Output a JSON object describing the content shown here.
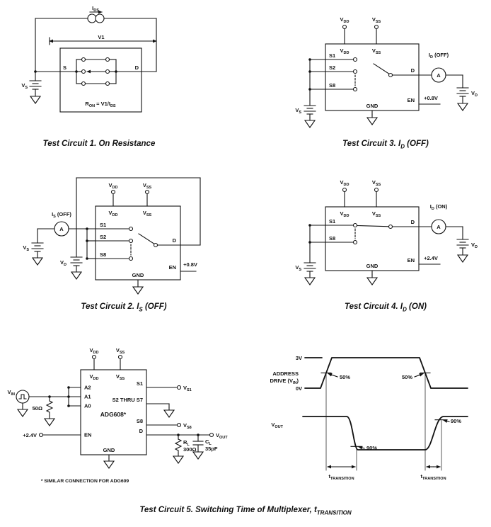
{
  "labels": {
    "v": "V",
    "dd": "DD",
    "ss": "SS",
    "s_sub": "S",
    "d_sub": "D",
    "in_sub": "IN",
    "out_sub": "OUT",
    "s1_sub": "S1",
    "s8_sub": "S8",
    "l_sub": "L",
    "ds_sub": "DS",
    "on_sub": "ON",
    "transition_sub": "TRANSITION",
    "i": "I",
    "r": "R",
    "c": "C",
    "t": "t",
    "s": "S",
    "d": "D",
    "s1": "S1",
    "s2": "S2",
    "s8": "S8",
    "a": "A",
    "en": "EN",
    "gnd": "GND",
    "a2": "A2",
    "a1": "A1",
    "a0": "A0",
    "off_suffix": " (OFF)",
    "on_suffix": " (ON)",
    "ron_mid": " = V1/I",
    "v1": "V1",
    "plus_0v8": "+0.8V",
    "plus_2v4": "+2.4V",
    "ohm_50": "50Ω",
    "ohm_300": "300Ω",
    "cap_35pf": "35pF",
    "s2_thru_s7": "S2 THRU S7",
    "adg608": "ADG608*",
    "note": "* SIMILAR CONNECTION FOR ADG609",
    "level_3v": "3V",
    "level_0v": "0V",
    "pct_50": "50%",
    "pct_90": "90%",
    "address": "ADDRESS",
    "drive_pre": "DRIVE (V",
    "paren_close": ")"
  },
  "captions": {
    "tc1": "Test Circuit 1.  On Resistance",
    "tc2_pre": "Test Circuit 2.  I",
    "tc2_sub": "S",
    "tc2_post": " (OFF)",
    "tc3_pre": "Test Circuit 3.  I",
    "tc3_sub": "D",
    "tc3_post": " (OFF)",
    "tc4_pre": "Test Circuit 4.  I",
    "tc4_sub": "D",
    "tc4_post": " (ON)",
    "tc5_pre": "Test Circuit 5.  Switching Time of Multiplexer, t",
    "tc5_sub": "TRANSITION"
  }
}
